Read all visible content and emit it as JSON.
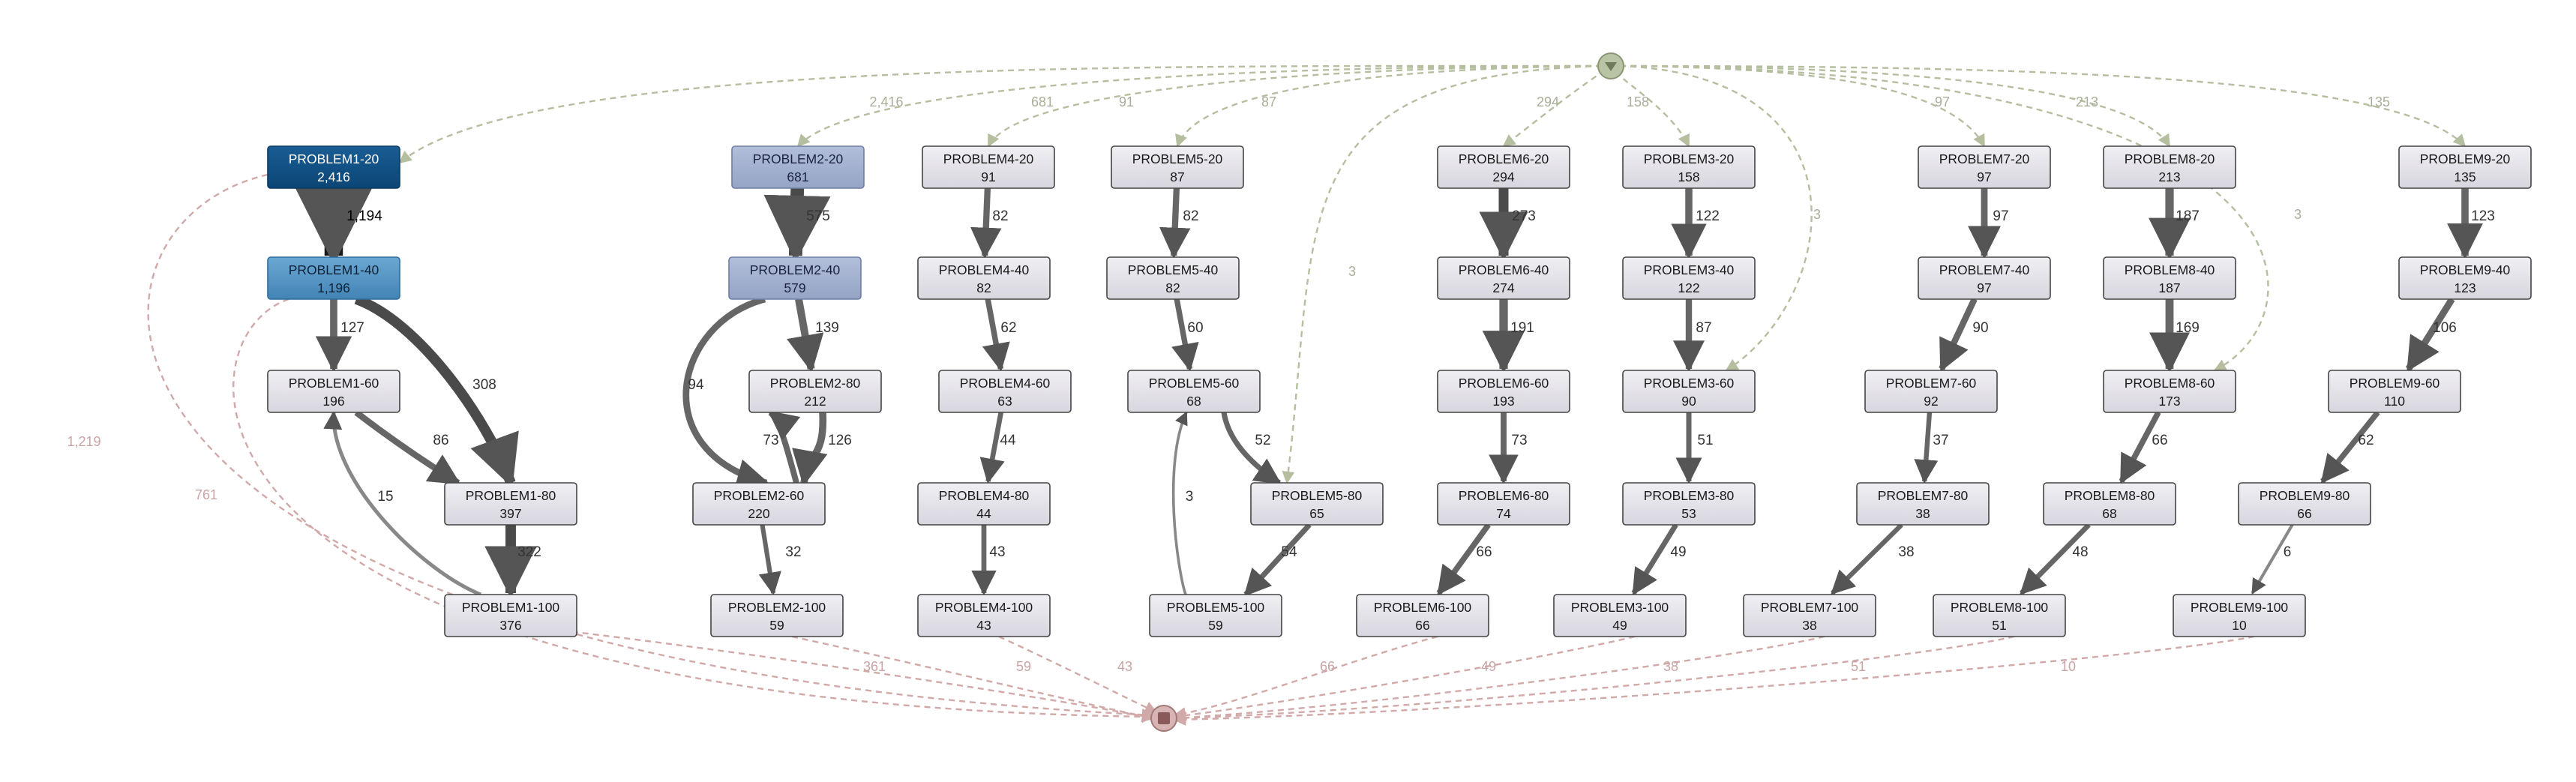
{
  "nodes": [
    {
      "id": "PROBLEM1-20",
      "label": "PROBLEM1-20",
      "count": "2,416",
      "style": "dark"
    },
    {
      "id": "PROBLEM1-40",
      "label": "PROBLEM1-40",
      "count": "1,196",
      "style": "mid"
    },
    {
      "id": "PROBLEM1-60",
      "label": "PROBLEM1-60",
      "count": "196",
      "style": "gray"
    },
    {
      "id": "PROBLEM1-80",
      "label": "PROBLEM1-80",
      "count": "397",
      "style": "gray"
    },
    {
      "id": "PROBLEM1-100",
      "label": "PROBLEM1-100",
      "count": "376",
      "style": "gray"
    },
    {
      "id": "PROBLEM2-20",
      "label": "PROBLEM2-20",
      "count": "681",
      "style": "light"
    },
    {
      "id": "PROBLEM2-40",
      "label": "PROBLEM2-40",
      "count": "579",
      "style": "light"
    },
    {
      "id": "PROBLEM2-80",
      "label": "PROBLEM2-80",
      "count": "212",
      "style": "gray"
    },
    {
      "id": "PROBLEM2-60",
      "label": "PROBLEM2-60",
      "count": "220",
      "style": "gray"
    },
    {
      "id": "PROBLEM2-100",
      "label": "PROBLEM2-100",
      "count": "59",
      "style": "gray"
    },
    {
      "id": "PROBLEM4-20",
      "label": "PROBLEM4-20",
      "count": "91",
      "style": "gray"
    },
    {
      "id": "PROBLEM4-40",
      "label": "PROBLEM4-40",
      "count": "82",
      "style": "gray"
    },
    {
      "id": "PROBLEM4-60",
      "label": "PROBLEM4-60",
      "count": "63",
      "style": "gray"
    },
    {
      "id": "PROBLEM4-80",
      "label": "PROBLEM4-80",
      "count": "44",
      "style": "gray"
    },
    {
      "id": "PROBLEM4-100",
      "label": "PROBLEM4-100",
      "count": "43",
      "style": "gray"
    },
    {
      "id": "PROBLEM5-20",
      "label": "PROBLEM5-20",
      "count": "87",
      "style": "gray"
    },
    {
      "id": "PROBLEM5-40",
      "label": "PROBLEM5-40",
      "count": "82",
      "style": "gray"
    },
    {
      "id": "PROBLEM5-60",
      "label": "PROBLEM5-60",
      "count": "68",
      "style": "gray"
    },
    {
      "id": "PROBLEM5-80",
      "label": "PROBLEM5-80",
      "count": "65",
      "style": "gray"
    },
    {
      "id": "PROBLEM5-100",
      "label": "PROBLEM5-100",
      "count": "59",
      "style": "gray"
    },
    {
      "id": "PROBLEM6-20",
      "label": "PROBLEM6-20",
      "count": "294",
      "style": "gray"
    },
    {
      "id": "PROBLEM6-40",
      "label": "PROBLEM6-40",
      "count": "274",
      "style": "gray"
    },
    {
      "id": "PROBLEM6-60",
      "label": "PROBLEM6-60",
      "count": "193",
      "style": "gray"
    },
    {
      "id": "PROBLEM6-80",
      "label": "PROBLEM6-80",
      "count": "74",
      "style": "gray"
    },
    {
      "id": "PROBLEM6-100",
      "label": "PROBLEM6-100",
      "count": "66",
      "style": "gray"
    },
    {
      "id": "PROBLEM3-20",
      "label": "PROBLEM3-20",
      "count": "158",
      "style": "gray"
    },
    {
      "id": "PROBLEM3-40",
      "label": "PROBLEM3-40",
      "count": "122",
      "style": "gray"
    },
    {
      "id": "PROBLEM3-60",
      "label": "PROBLEM3-60",
      "count": "90",
      "style": "gray"
    },
    {
      "id": "PROBLEM3-80",
      "label": "PROBLEM3-80",
      "count": "53",
      "style": "gray"
    },
    {
      "id": "PROBLEM3-100",
      "label": "PROBLEM3-100",
      "count": "49",
      "style": "gray"
    },
    {
      "id": "PROBLEM7-20",
      "label": "PROBLEM7-20",
      "count": "97",
      "style": "gray"
    },
    {
      "id": "PROBLEM7-40",
      "label": "PROBLEM7-40",
      "count": "97",
      "style": "gray"
    },
    {
      "id": "PROBLEM7-60",
      "label": "PROBLEM7-60",
      "count": "92",
      "style": "gray"
    },
    {
      "id": "PROBLEM7-80",
      "label": "PROBLEM7-80",
      "count": "38",
      "style": "gray"
    },
    {
      "id": "PROBLEM7-100",
      "label": "PROBLEM7-100",
      "count": "38",
      "style": "gray"
    },
    {
      "id": "PROBLEM8-20",
      "label": "PROBLEM8-20",
      "count": "213",
      "style": "gray"
    },
    {
      "id": "PROBLEM8-40",
      "label": "PROBLEM8-40",
      "count": "187",
      "style": "gray"
    },
    {
      "id": "PROBLEM8-60",
      "label": "PROBLEM8-60",
      "count": "173",
      "style": "gray"
    },
    {
      "id": "PROBLEM8-80",
      "label": "PROBLEM8-80",
      "count": "68",
      "style": "gray"
    },
    {
      "id": "PROBLEM8-100",
      "label": "PROBLEM8-100",
      "count": "51",
      "style": "gray"
    },
    {
      "id": "PROBLEM9-20",
      "label": "PROBLEM9-20",
      "count": "135",
      "style": "gray"
    },
    {
      "id": "PROBLEM9-40",
      "label": "PROBLEM9-40",
      "count": "123",
      "style": "gray"
    },
    {
      "id": "PROBLEM9-60",
      "label": "PROBLEM9-60",
      "count": "110",
      "style": "gray"
    },
    {
      "id": "PROBLEM9-80",
      "label": "PROBLEM9-80",
      "count": "66",
      "style": "gray"
    },
    {
      "id": "PROBLEM9-100",
      "label": "PROBLEM9-100",
      "count": "10",
      "style": "gray"
    }
  ],
  "edges": [
    {
      "from": "PROBLEM1-20",
      "to": "PROBLEM1-40",
      "label": "1,194",
      "weight": 1194
    },
    {
      "from": "PROBLEM1-40",
      "to": "PROBLEM1-60",
      "label": "127",
      "weight": 127
    },
    {
      "from": "PROBLEM1-40",
      "to": "PROBLEM1-80",
      "label": "308",
      "weight": 308
    },
    {
      "from": "PROBLEM1-60",
      "to": "PROBLEM1-80",
      "label": "86",
      "weight": 86
    },
    {
      "from": "PROBLEM1-80",
      "to": "PROBLEM1-100",
      "label": "322",
      "weight": 322
    },
    {
      "from": "PROBLEM1-100",
      "to": "PROBLEM1-60",
      "label": "15",
      "weight": 15
    },
    {
      "from": "PROBLEM2-20",
      "to": "PROBLEM2-40",
      "label": "575",
      "weight": 575
    },
    {
      "from": "PROBLEM2-40",
      "to": "PROBLEM2-80",
      "label": "139",
      "weight": 139
    },
    {
      "from": "PROBLEM2-40",
      "to": "PROBLEM2-60",
      "label": "94",
      "weight": 94
    },
    {
      "from": "PROBLEM2-80",
      "to": "PROBLEM2-60",
      "label": "126",
      "weight": 126
    },
    {
      "from": "PROBLEM2-60",
      "to": "PROBLEM2-80",
      "label": "73",
      "weight": 73
    },
    {
      "from": "PROBLEM2-60",
      "to": "PROBLEM2-100",
      "label": "32",
      "weight": 32
    },
    {
      "from": "PROBLEM4-20",
      "to": "PROBLEM4-40",
      "label": "82",
      "weight": 82
    },
    {
      "from": "PROBLEM4-40",
      "to": "PROBLEM4-60",
      "label": "62",
      "weight": 62
    },
    {
      "from": "PROBLEM4-60",
      "to": "PROBLEM4-80",
      "label": "44",
      "weight": 44
    },
    {
      "from": "PROBLEM4-80",
      "to": "PROBLEM4-100",
      "label": "43",
      "weight": 43
    },
    {
      "from": "PROBLEM5-20",
      "to": "PROBLEM5-40",
      "label": "82",
      "weight": 82
    },
    {
      "from": "PROBLEM5-40",
      "to": "PROBLEM5-60",
      "label": "60",
      "weight": 60
    },
    {
      "from": "PROBLEM5-60",
      "to": "PROBLEM5-80",
      "label": "52",
      "weight": 52
    },
    {
      "from": "PROBLEM5-80",
      "to": "PROBLEM5-100",
      "label": "54",
      "weight": 54
    },
    {
      "from": "PROBLEM5-100",
      "to": "PROBLEM5-60",
      "label": "3",
      "weight": 3
    },
    {
      "from": "PROBLEM6-20",
      "to": "PROBLEM6-40",
      "label": "273",
      "weight": 273
    },
    {
      "from": "PROBLEM6-40",
      "to": "PROBLEM6-60",
      "label": "191",
      "weight": 191
    },
    {
      "from": "PROBLEM6-60",
      "to": "PROBLEM6-80",
      "label": "73",
      "weight": 73
    },
    {
      "from": "PROBLEM6-80",
      "to": "PROBLEM6-100",
      "label": "66",
      "weight": 66
    },
    {
      "from": "PROBLEM3-20",
      "to": "PROBLEM3-40",
      "label": "122",
      "weight": 122
    },
    {
      "from": "PROBLEM3-40",
      "to": "PROBLEM3-60",
      "label": "87",
      "weight": 87
    },
    {
      "from": "PROBLEM3-60",
      "to": "PROBLEM3-80",
      "label": "51",
      "weight": 51
    },
    {
      "from": "PROBLEM3-80",
      "to": "PROBLEM3-100",
      "label": "49",
      "weight": 49
    },
    {
      "from": "PROBLEM7-20",
      "to": "PROBLEM7-40",
      "label": "97",
      "weight": 97
    },
    {
      "from": "PROBLEM7-40",
      "to": "PROBLEM7-60",
      "label": "90",
      "weight": 90
    },
    {
      "from": "PROBLEM7-60",
      "to": "PROBLEM7-80",
      "label": "37",
      "weight": 37
    },
    {
      "from": "PROBLEM7-80",
      "to": "PROBLEM7-100",
      "label": "38",
      "weight": 38
    },
    {
      "from": "PROBLEM8-20",
      "to": "PROBLEM8-40",
      "label": "187",
      "weight": 187
    },
    {
      "from": "PROBLEM8-40",
      "to": "PROBLEM8-60",
      "label": "169",
      "weight": 169
    },
    {
      "from": "PROBLEM8-60",
      "to": "PROBLEM8-80",
      "label": "66",
      "weight": 66
    },
    {
      "from": "PROBLEM8-80",
      "to": "PROBLEM8-100",
      "label": "48",
      "weight": 48
    },
    {
      "from": "PROBLEM9-20",
      "to": "PROBLEM9-40",
      "label": "123",
      "weight": 123
    },
    {
      "from": "PROBLEM9-40",
      "to": "PROBLEM9-60",
      "label": "106",
      "weight": 106
    },
    {
      "from": "PROBLEM9-60",
      "to": "PROBLEM9-80",
      "label": "62",
      "weight": 62
    },
    {
      "from": "PROBLEM9-80",
      "to": "PROBLEM9-100",
      "label": "6",
      "weight": 6
    }
  ],
  "start_edges": [
    {
      "to": "PROBLEM1-20",
      "label": "2,416"
    },
    {
      "to": "PROBLEM2-20",
      "label": "681"
    },
    {
      "to": "PROBLEM4-20",
      "label": "91"
    },
    {
      "to": "PROBLEM5-20",
      "label": "87"
    },
    {
      "to": "PROBLEM5-80",
      "label": "3"
    },
    {
      "to": "PROBLEM6-20",
      "label": "294"
    },
    {
      "to": "PROBLEM3-20",
      "label": "158"
    },
    {
      "to": "PROBLEM3-60",
      "label": "3"
    },
    {
      "to": "PROBLEM7-20",
      "label": "97"
    },
    {
      "to": "PROBLEM8-20",
      "label": "213"
    },
    {
      "to": "PROBLEM8-60",
      "label": "3"
    },
    {
      "to": "PROBLEM9-20",
      "label": "135"
    }
  ],
  "end_edges": [
    {
      "from": "PROBLEM1-20",
      "label": "1,219"
    },
    {
      "from": "PROBLEM1-40",
      "label": "761"
    },
    {
      "from": "PROBLEM1-100",
      "label": "361"
    },
    {
      "from": "PROBLEM2-100",
      "label": "59"
    },
    {
      "from": "PROBLEM4-100",
      "label": "43"
    },
    {
      "from": "PROBLEM6-100",
      "label": "66"
    },
    {
      "from": "PROBLEM3-100",
      "label": "49"
    },
    {
      "from": "PROBLEM7-100",
      "label": "38"
    },
    {
      "from": "PROBLEM8-100",
      "label": "51"
    },
    {
      "from": "PROBLEM9-100",
      "label": "10"
    }
  ],
  "colors": {
    "dark_fill": "#0e4d82",
    "mid_fill": "#4f93c3",
    "light_fill": "#a2b0cf",
    "gray_fill": "#e3e1e8",
    "start_color": "#b5bfa0",
    "end_color": "#d1a9a9",
    "edge_color": "#555555"
  }
}
